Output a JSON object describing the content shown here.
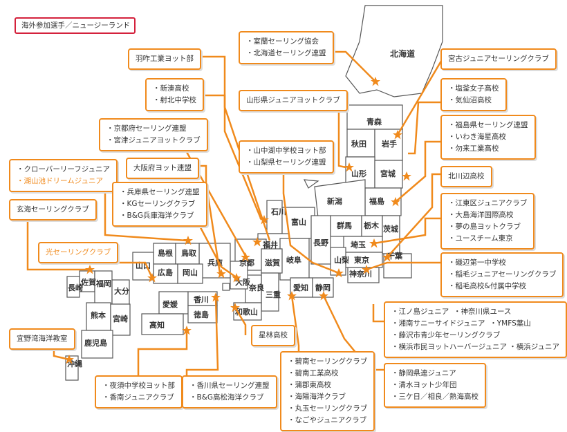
{
  "legend": "海外参加選手／ニュージーランド",
  "prefectures": {
    "hokkaido": "北海道",
    "aomori": "青森",
    "akita": "秋田",
    "iwate": "岩手",
    "yamagata": "山形",
    "miyagi": "宮城",
    "niigata": "新潟",
    "fukushima": "福島",
    "ishikawa": "石川",
    "toyama": "富山",
    "fukui": "福井",
    "gunma": "群馬",
    "tochigi": "栃木",
    "ibaraki": "茨城",
    "nagano": "長野",
    "saitama": "埼玉",
    "tokyo": "東京",
    "yamanashi": "山梨",
    "chiba": "千葉",
    "kanagawa": "神奈川",
    "shimane": "島根",
    "tottori": "鳥取",
    "hyogo": "兵庫",
    "kyoto": "京都",
    "shiga": "滋賀",
    "gifu": "岐阜",
    "yamaguchi": "山口",
    "hiroshima": "広島",
    "okayama": "岡山",
    "osaka": "大阪",
    "nara": "奈良",
    "mie": "三重",
    "aichi": "愛知",
    "shizuoka": "静岡",
    "wakayama": "和歌山",
    "nagasaki": "長崎",
    "saga": "佐賀",
    "fukuoka": "福岡",
    "oita": "大分",
    "kumamoto": "熊本",
    "miyazaki": "宮崎",
    "kagoshima": "鹿児島",
    "ehime": "愛媛",
    "kagawa": "香川",
    "tokushima": "徳島",
    "kochi": "高知",
    "okinawa": "沖縄"
  },
  "callouts": {
    "hokkaido_clubs": [
      "室蘭セーリング協会",
      "北海道セーリング連盟"
    ],
    "hane": "羽咋工業ヨット部",
    "miyako": "宮古ジュニアセーリングクラブ",
    "niiminato": [
      "新湊高校",
      "射北中学校"
    ],
    "shiogama": [
      "塩釜女子高校",
      "気仙沼高校"
    ],
    "yamagata": "山形県ジュニアヨットクラブ",
    "fukushima": [
      "福島県セーリング連盟",
      "いわき海星高校",
      "勿来工業高校"
    ],
    "kyoto": [
      "京都府セーリング連盟",
      "宮津ジュニアヨットクラブ"
    ],
    "yamanashi": [
      "山中湖中学校ヨット部",
      "山梨県セーリング連盟"
    ],
    "clover": [
      "クローバーリーフジュニア",
      "湖山池ドリームジュニア"
    ],
    "osaka": "大阪府ヨット連盟",
    "kitakawabe": "北川辺高校",
    "hyogo": [
      "兵庫県セーリング連盟",
      "KGセーリングクラブ",
      "B&G兵庫海洋クラブ"
    ],
    "genkai": "玄海セーリングクラブ",
    "tokyo": [
      "江東区ジュニアクラブ",
      "大島海洋国際高校",
      "夢の島ヨットクラブ",
      "ユースチーム東京"
    ],
    "hikari": "光セーリングクラブ",
    "chiba": [
      "磯辺第一中学校",
      "稲毛ジュニアセーリングクラブ",
      "稲毛高校&付属中学校"
    ],
    "kanagawa": [
      "江ノ島ジュニア",
      "神奈川県ユース",
      "湘南サニーサイドジュニア",
      "YMFS葉山",
      "藤沢市青少年セーリングクラブ",
      "横浜市民ヨットハーバージュニア",
      "横浜ジュニア"
    ],
    "ginowan": "宜野湾海洋教室",
    "hoshibayashi": "星林高校",
    "aichi": [
      "碧南セーリングクラブ",
      "碧南工業高校",
      "蒲郡東高校",
      "海陽海洋クラブ",
      "丸玉セーリングクラブ",
      "なごやジュニアクラブ"
    ],
    "shizuoka": [
      "静岡県連ジュニア",
      "清水ヨット少年団",
      "三ケ日／相良／熱海高校"
    ],
    "ehime": [
      "夜須中学校ヨット部",
      "香南ジュニアクラブ"
    ],
    "kagawa": [
      "香川県セーリング連盟",
      "B&G高松海洋クラブ"
    ]
  },
  "colors": {
    "accent": "#f08a1c",
    "legend_border": "#d4213c",
    "border": "#555555"
  },
  "icons": {
    "marker": "star-icon"
  }
}
